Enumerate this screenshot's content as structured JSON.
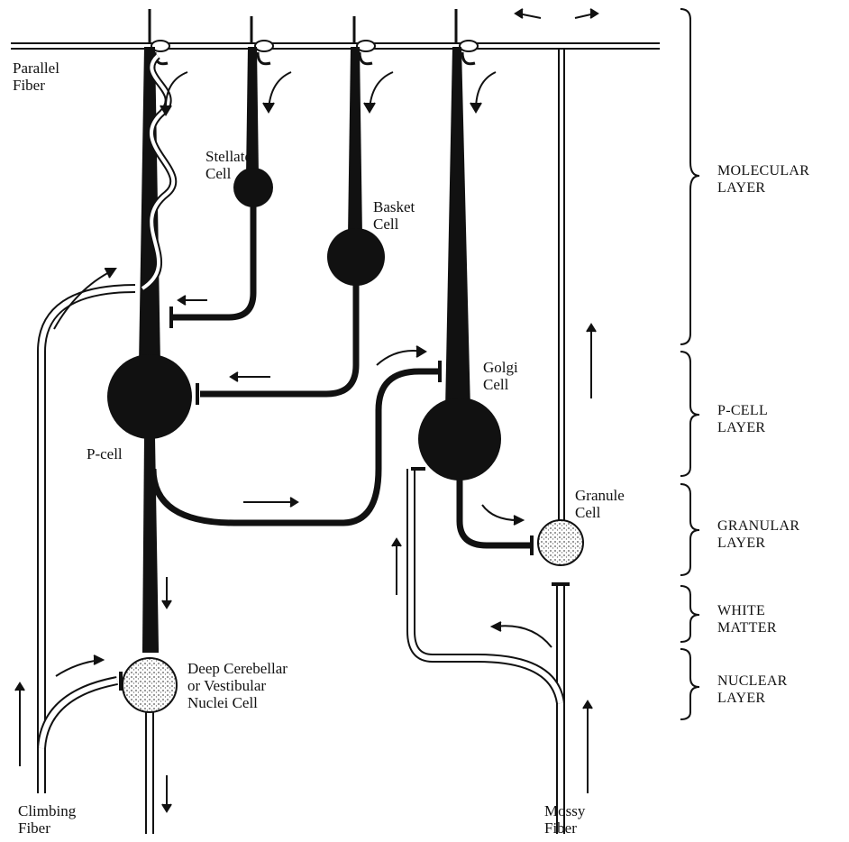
{
  "labels": {
    "parallel_fiber": [
      "Parallel",
      "Fiber"
    ],
    "stellate_cell": [
      "Stellate",
      "Cell"
    ],
    "basket_cell": [
      "Basket",
      "Cell"
    ],
    "golgi_cell": [
      "Golgi",
      "Cell"
    ],
    "p_cell": [
      "P-cell"
    ],
    "granule_cell": [
      "Granule",
      "Cell"
    ],
    "deep_nuclei_cell": [
      "Deep Cerebellar",
      "or Vestibular",
      "Nuclei Cell"
    ],
    "climbing_fiber": [
      "Climbing",
      "Fiber"
    ],
    "mossy_fiber": [
      "Mossy",
      "Fiber"
    ]
  },
  "layers": {
    "molecular": [
      "MOLECULAR",
      "LAYER"
    ],
    "p_cell": [
      "P-CELL",
      "LAYER"
    ],
    "granular": [
      "GRANULAR",
      "LAYER"
    ],
    "white_matter": [
      "WHITE",
      "MATTER"
    ],
    "nuclear": [
      "NUCLEAR",
      "LAYER"
    ]
  },
  "colors": {
    "ink": "#111111",
    "paper": "#ffffff",
    "stipple": "#9a9a9a"
  }
}
